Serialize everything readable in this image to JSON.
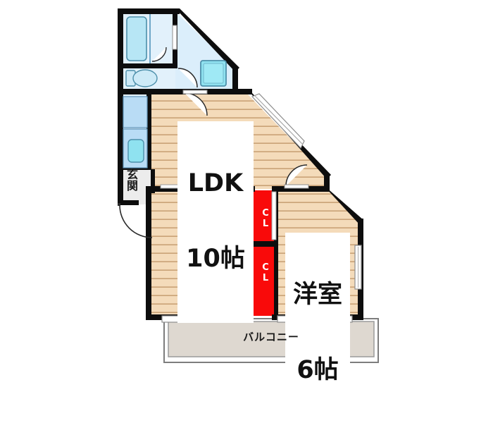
{
  "plan": {
    "type": "japanese-apartment-floorplan",
    "layout_code": "1LDK",
    "rooms": [
      {
        "id": "ldk",
        "label": "LDK\n10帖",
        "name_ja": "LDK",
        "size": "10帖",
        "floor": "wood"
      },
      {
        "id": "washitsu",
        "label": "洋室\n6帖",
        "name_ja": "洋室",
        "size": "6帖",
        "floor": "wood"
      },
      {
        "id": "room-left",
        "label": "",
        "name_ja": "",
        "size": "",
        "floor": "wood"
      },
      {
        "id": "genkan",
        "label": "玄\n関",
        "name_ja": "玄関",
        "size": "",
        "floor": "tile"
      },
      {
        "id": "balcony",
        "label": "バルコニー",
        "name_ja": "バルコニー",
        "size": "",
        "floor": "balcony"
      },
      {
        "id": "bath",
        "label": "",
        "name_ja": "浴室",
        "size": "",
        "floor": "tile"
      },
      {
        "id": "toilet",
        "label": "",
        "name_ja": "トイレ",
        "size": "",
        "floor": "tile"
      },
      {
        "id": "washroom",
        "label": "",
        "name_ja": "洗面所",
        "size": "",
        "floor": "tile"
      }
    ],
    "closets": [
      {
        "id": "cl-1",
        "label": "C\nL",
        "line1": "C",
        "line2": "L"
      },
      {
        "id": "cl-2",
        "label": "C\nL",
        "line1": "C",
        "line2": "L"
      }
    ],
    "labels": {
      "ldk": "LDK\n10帖",
      "ldk_line1": "LDK",
      "ldk_line2": "10帖",
      "washitsu": "洋室\n6帖",
      "washitsu_line1": "洋室",
      "washitsu_line2": "6帖",
      "genkan": "玄\n関",
      "balcony": "バルコニー",
      "closet_1": "C\nL",
      "closet_2": "C\nL"
    },
    "fixtures": [
      {
        "id": "bathtub",
        "name": "bathtub-icon"
      },
      {
        "id": "toilet",
        "name": "toilet-icon"
      },
      {
        "id": "washing-machine",
        "name": "washing-machine-icon"
      },
      {
        "id": "kitchen-sink",
        "name": "kitchen-sink-icon"
      },
      {
        "id": "kitchen-counter",
        "name": "kitchen-counter-icon"
      }
    ],
    "colors": {
      "wall": "#0d0d0d",
      "wood_floor": "#f2d7b3",
      "wood_line": "#c8a276",
      "tile_floor": "#d8ecf8",
      "fixture_fill": "#aee3f5",
      "closet_red": "#f90a0a",
      "balcony_fill": "#ded8d0",
      "balcony_edge": "#8d8d8d",
      "background": "#ffffff",
      "label_text": "#111111",
      "closet_text": "#ffffff"
    }
  }
}
